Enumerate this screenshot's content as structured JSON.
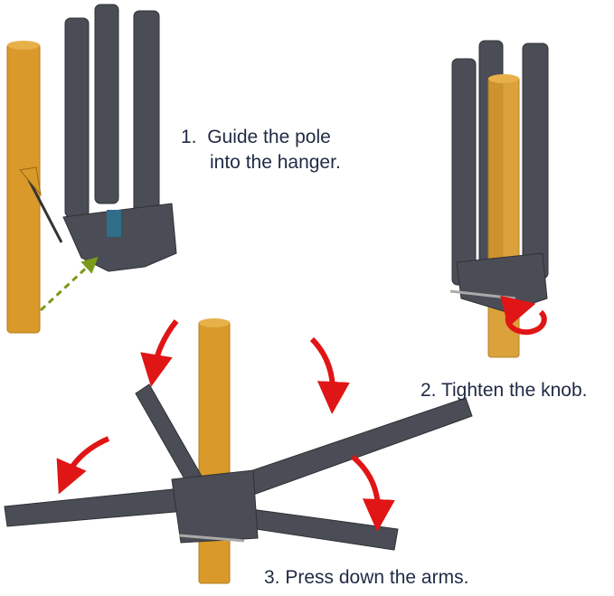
{
  "steps": [
    {
      "number": "1.",
      "text_line1": "Guide the pole",
      "text_line2": "into the hanger."
    },
    {
      "text": "2. Tighten the knob."
    },
    {
      "text": "3. Press down the arms."
    }
  ],
  "colors": {
    "pole": "#d99a2b",
    "hanger": "#4a4d55",
    "arrow_red": "#e01515",
    "arrow_green": "#7a9a1a",
    "text": "#1f2a44"
  }
}
